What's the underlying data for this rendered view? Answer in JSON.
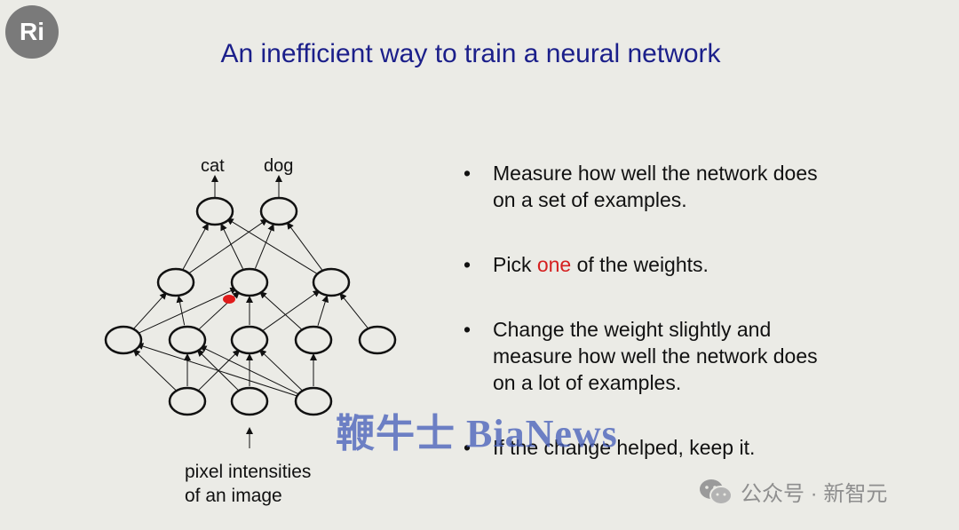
{
  "logo": {
    "text": "Ri"
  },
  "title": "An inefficient way to train a neural network",
  "diagram": {
    "output_labels": [
      "cat",
      "dog"
    ],
    "input_label_lines": [
      "pixel intensities",
      "of an image"
    ],
    "highlight_color": "#e01b1b",
    "node_stroke": "#111111"
  },
  "bullets": [
    {
      "lines": [
        "Measure how well the network does",
        "on a set of examples."
      ]
    },
    {
      "pre": "Pick ",
      "highlight": "one",
      "post": " of the weights."
    },
    {
      "lines": [
        "Change the weight slightly and",
        "measure how well the network does",
        "on a lot of examples."
      ]
    },
    {
      "lines": [
        "If the change helped, keep it."
      ]
    }
  ],
  "bullet_symbol": "•",
  "watermark": "鞭牛士 BiaNews",
  "footer": {
    "text": "公众号 · 新智元",
    "icon": "wechat-icon"
  },
  "colors": {
    "title": "#1b1f8a",
    "background": "#ebebe6",
    "highlight": "#d52020"
  }
}
